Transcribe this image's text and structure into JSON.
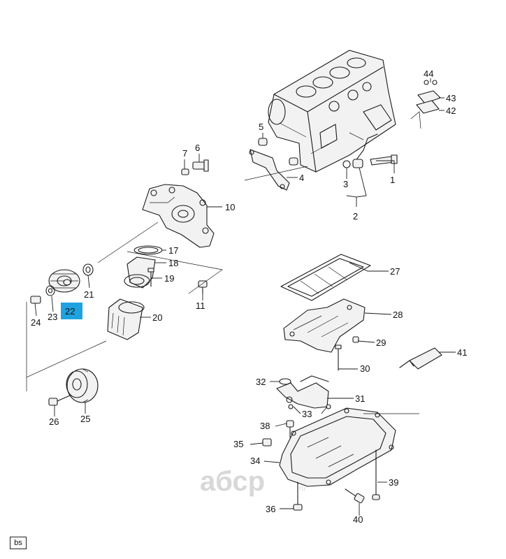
{
  "callouts": {
    "c1": "1",
    "c2": "2",
    "c3": "3",
    "c4": "4",
    "c5": "5",
    "c6": "6",
    "c7": "7",
    "c10": "10",
    "c11": "11",
    "c17": "17",
    "c18": "18",
    "c19": "19",
    "c20": "20",
    "c21": "21",
    "c22": "22",
    "c23": "23",
    "c24": "24",
    "c25": "25",
    "c26": "26",
    "c27": "27",
    "c28": "28",
    "c29": "29",
    "c30": "30",
    "c31": "31",
    "c32": "32",
    "c33": "33",
    "c34": "34",
    "c35": "35",
    "c36": "36",
    "c38": "38",
    "c39": "39",
    "c40": "40",
    "c41": "41",
    "c42": "42",
    "c43": "43",
    "c44": "44"
  },
  "highlight": {
    "label": "22",
    "color": "#1fa3e0"
  },
  "watermark": "абср",
  "watermark_suffix": "ru",
  "corner_badge": "bs"
}
